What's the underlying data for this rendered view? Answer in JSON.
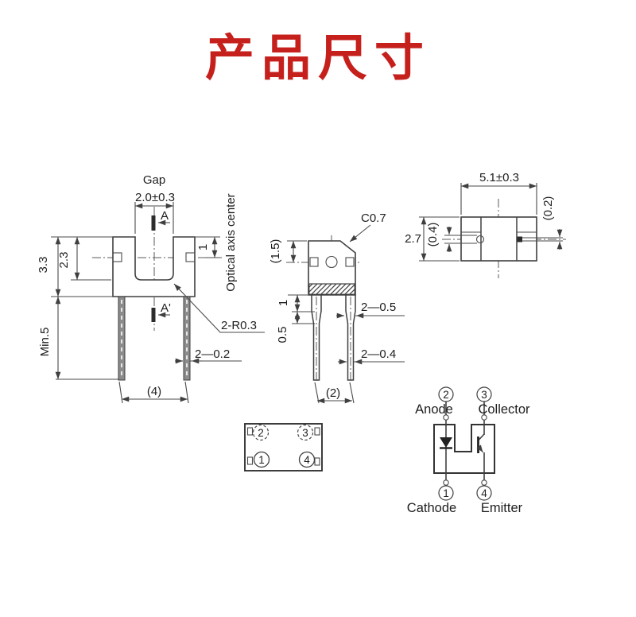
{
  "title": "产品尺寸",
  "colors": {
    "title_red": "#c5201c",
    "line_gray": "#3f3f3f"
  },
  "front_view": {
    "gap_label": "Gap",
    "gap_dim": "2.0±0.3",
    "section_a": "A",
    "section_a_prime": "A'",
    "dim_top_to_axis": "1",
    "dim_slot_depth": "2.3",
    "dim_body_height": "3.3",
    "dim_lead_length": "Min.5",
    "optical_axis_label": "Optical axis center",
    "corner_radius": "2-R0.3",
    "lead_thickness": "2—0.2",
    "lead_span": "(4)"
  },
  "side_view": {
    "chamfer": "C0.7",
    "dim_top_to_axis": "(1.5)",
    "dim_shoulder": "1",
    "dim_taper": "0.5",
    "lead_width_upper": "2—0.5",
    "lead_width_lower": "2—0.4",
    "lead_span": "(2)"
  },
  "top_view": {
    "dim_width": "5.1±0.3",
    "dim_depth": "2.7",
    "dim_emitter_aperture": "(0.4)",
    "dim_detector_aperture": "(0.2)"
  },
  "pin_layout": {
    "pin1": "1",
    "pin2": "2",
    "pin3": "3",
    "pin4": "4"
  },
  "schematic": {
    "pin1": "1",
    "pin2": "2",
    "pin3": "3",
    "pin4": "4",
    "anode": "Anode",
    "collector": "Collector",
    "cathode": "Cathode",
    "emitter": "Emitter"
  }
}
